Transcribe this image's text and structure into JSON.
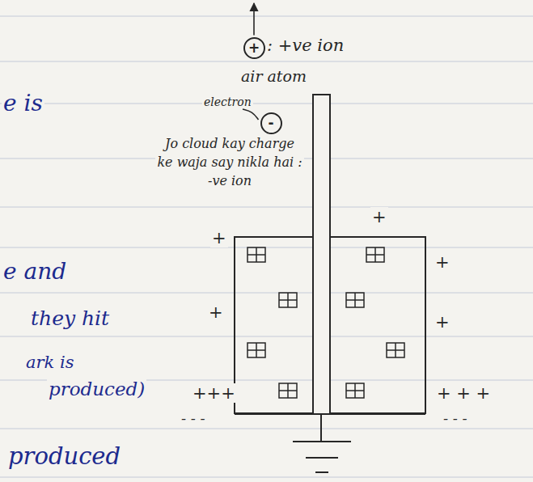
{
  "diagram": {
    "nodes": [
      {
        "text": [
          "+"
        ]
      },
      {
        "text": [
          "-"
        ]
      }
    ],
    "labels": [
      ": +ve ion",
      "air atom",
      "electron",
      "Jo cloud kay charge ke waja say nikla hai : -ve ion",
      "e is",
      "+",
      "+",
      "+",
      "e and",
      "+",
      "+",
      "they hit",
      "ark is",
      "produced)",
      "+++",
      "+ + +",
      "- - -",
      "- - -",
      "produced"
    ]
  }
}
